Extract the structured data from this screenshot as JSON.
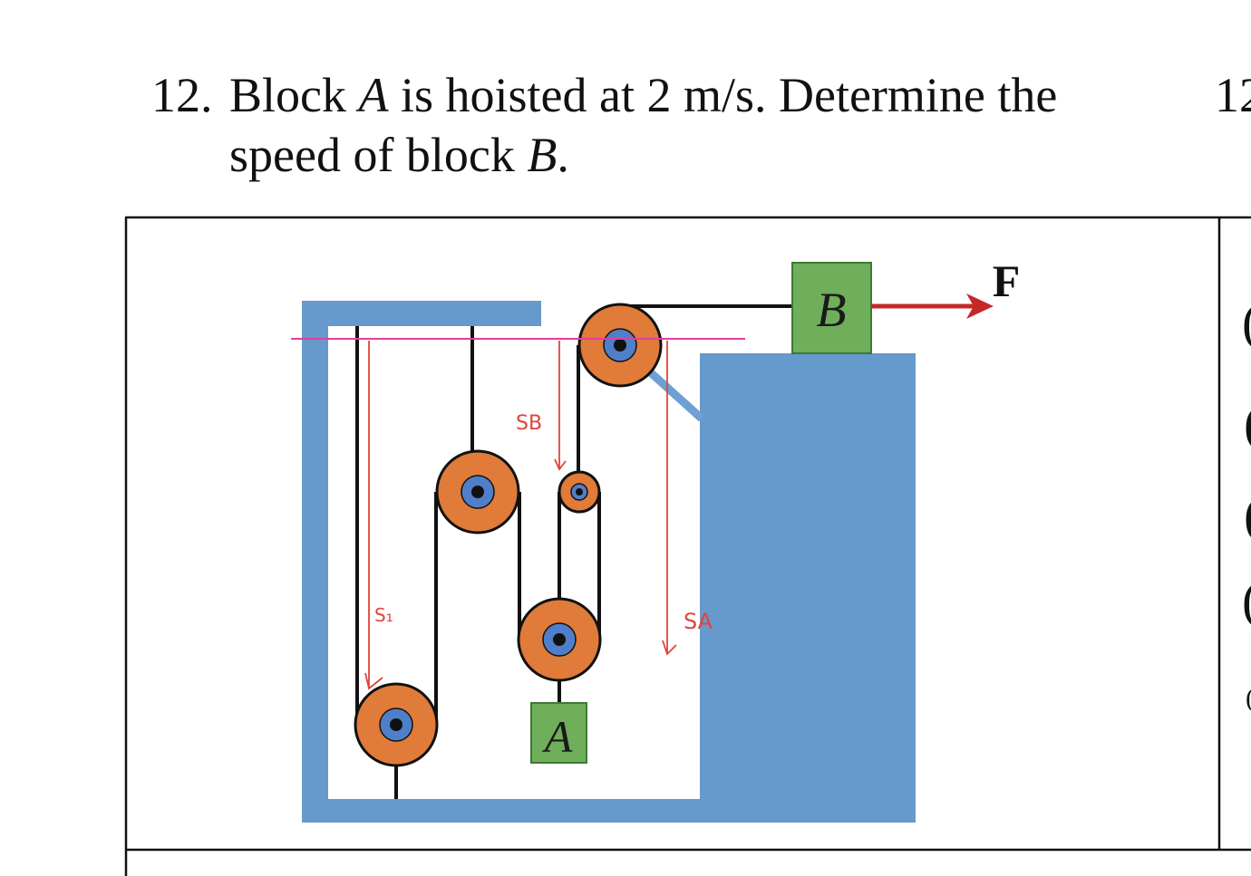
{
  "problem": {
    "number": "12.",
    "line1_a": "Block ",
    "var_a": "A",
    "line1_b": " is hoisted at 2 m/s.  Determine the",
    "line2_a": "speed of block ",
    "var_b": "B",
    "line2_b": "."
  },
  "next_problem_number": "12",
  "diagram": {
    "block_a_label": "A",
    "block_b_label": "B",
    "force_label": "F",
    "annotations": {
      "s1": "S₁",
      "sb": "SB",
      "sa": "SA"
    },
    "colors": {
      "frame": "#6699cc",
      "pulley_outer": "#e07b39",
      "pulley_hub": "#4f7fc9",
      "block": "#6fae5b",
      "force_arrow": "#c62828",
      "datum_line": "#e040a0",
      "annotation": "#e0443a"
    }
  },
  "side_column_glyphs": [
    "(",
    "(",
    "(",
    "(",
    "("
  ]
}
